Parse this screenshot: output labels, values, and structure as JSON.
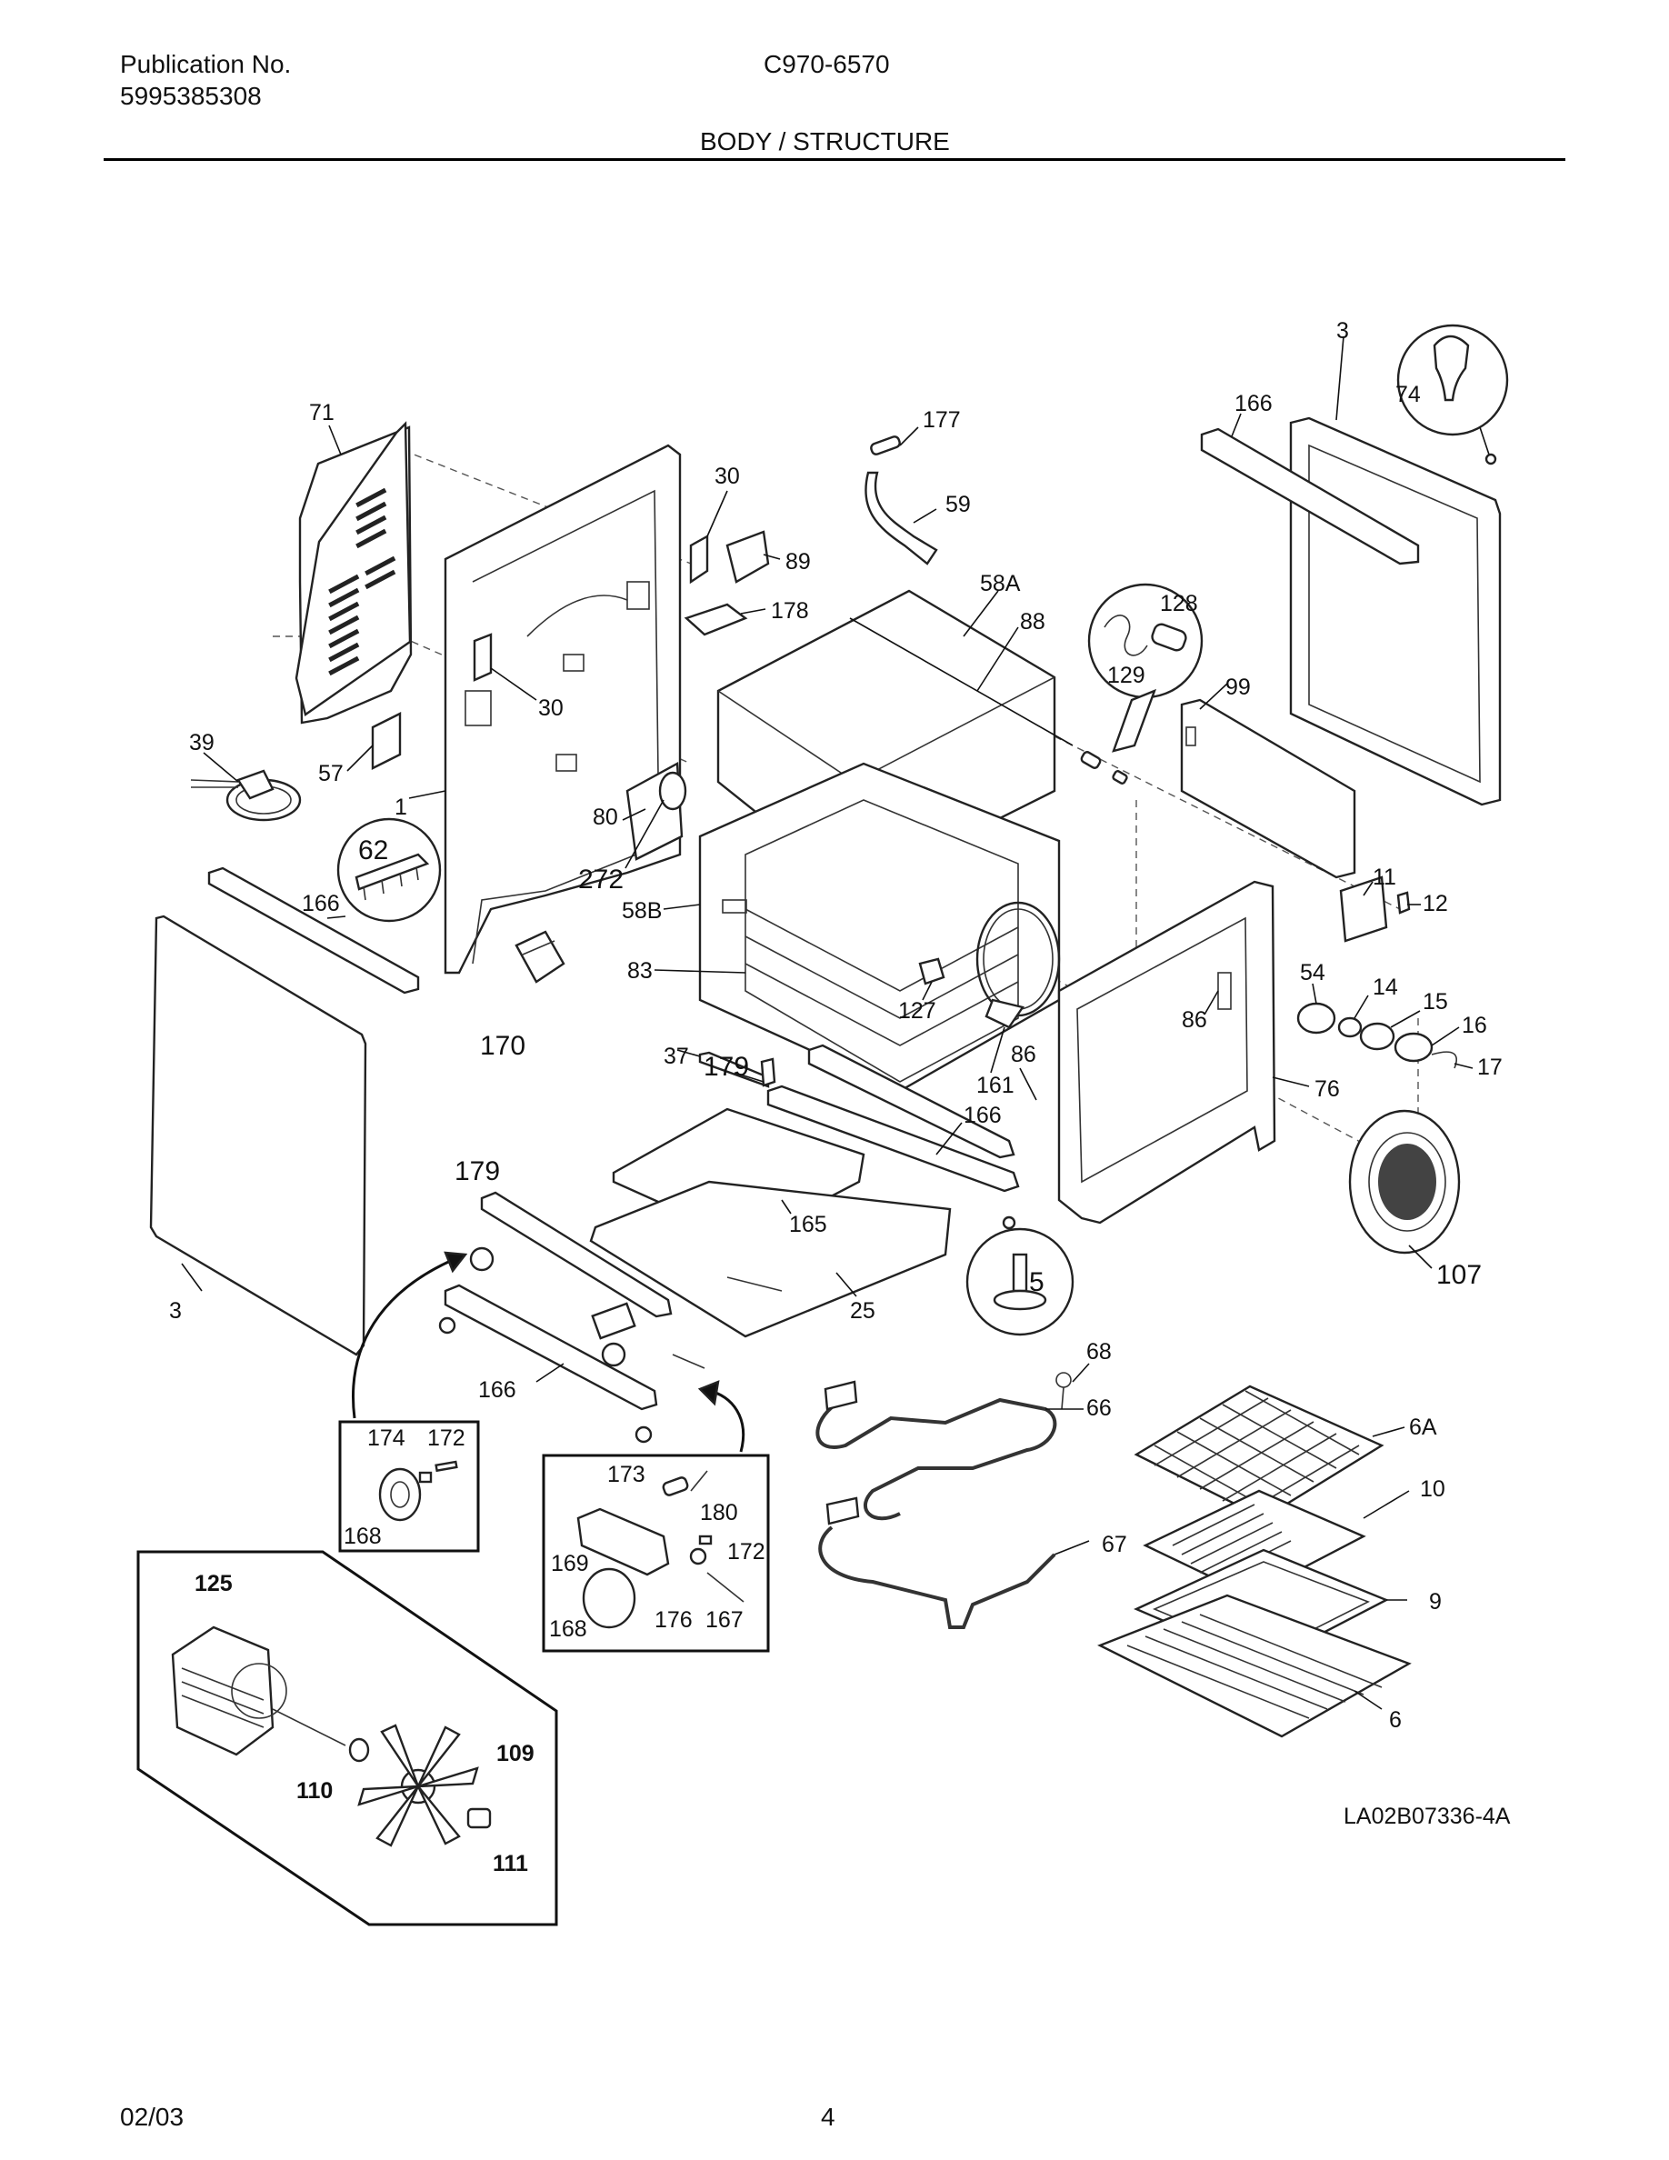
{
  "header": {
    "publication_label": "Publication No.",
    "publication_number": "5995385308",
    "model": "C970-6570",
    "section_title": "BODY / STRUCTURE"
  },
  "diagram": {
    "drawing_id": "LA02B07336-4A",
    "callouts": {
      "c71": "71",
      "c30a": "30",
      "c89": "89",
      "c178": "178",
      "c30b": "30",
      "c177": "177",
      "c59": "59",
      "c58a": "58A",
      "c88": "88",
      "c128": "128",
      "c129": "129",
      "c99": "99",
      "c3a": "3",
      "c166a": "166",
      "c74": "74",
      "c39": "39",
      "c57": "57",
      "c1": "1",
      "c80": "80",
      "c272": "272",
      "c62": "62",
      "c166b": "166",
      "c58b": "58B",
      "c83": "83",
      "c127": "127",
      "c170": "170",
      "c37": "37",
      "c179a": "179",
      "c161": "161",
      "c86a": "86",
      "c166c": "166",
      "c86b": "86",
      "c11": "11",
      "c12": "12",
      "c54": "54",
      "c14": "14",
      "c15": "15",
      "c16": "16",
      "c17": "17",
      "c76": "76",
      "c179b": "179",
      "c165": "165",
      "c25": "25",
      "c5": "5",
      "c107": "107",
      "c3b": "3",
      "c166d": "166",
      "c68": "68",
      "c66": "66",
      "c6a": "6A",
      "c10": "10",
      "c67": "67",
      "c9": "9",
      "c6": "6",
      "c174": "174",
      "c172a": "172",
      "c168a": "168",
      "c173": "173",
      "c180": "180",
      "c169": "169",
      "c172b": "172",
      "c176": "176",
      "c167": "167",
      "c168b": "168",
      "c125": "125",
      "c109": "109",
      "c110": "110",
      "c111": "111"
    }
  },
  "footer": {
    "date": "02/03",
    "page_number": "4"
  }
}
